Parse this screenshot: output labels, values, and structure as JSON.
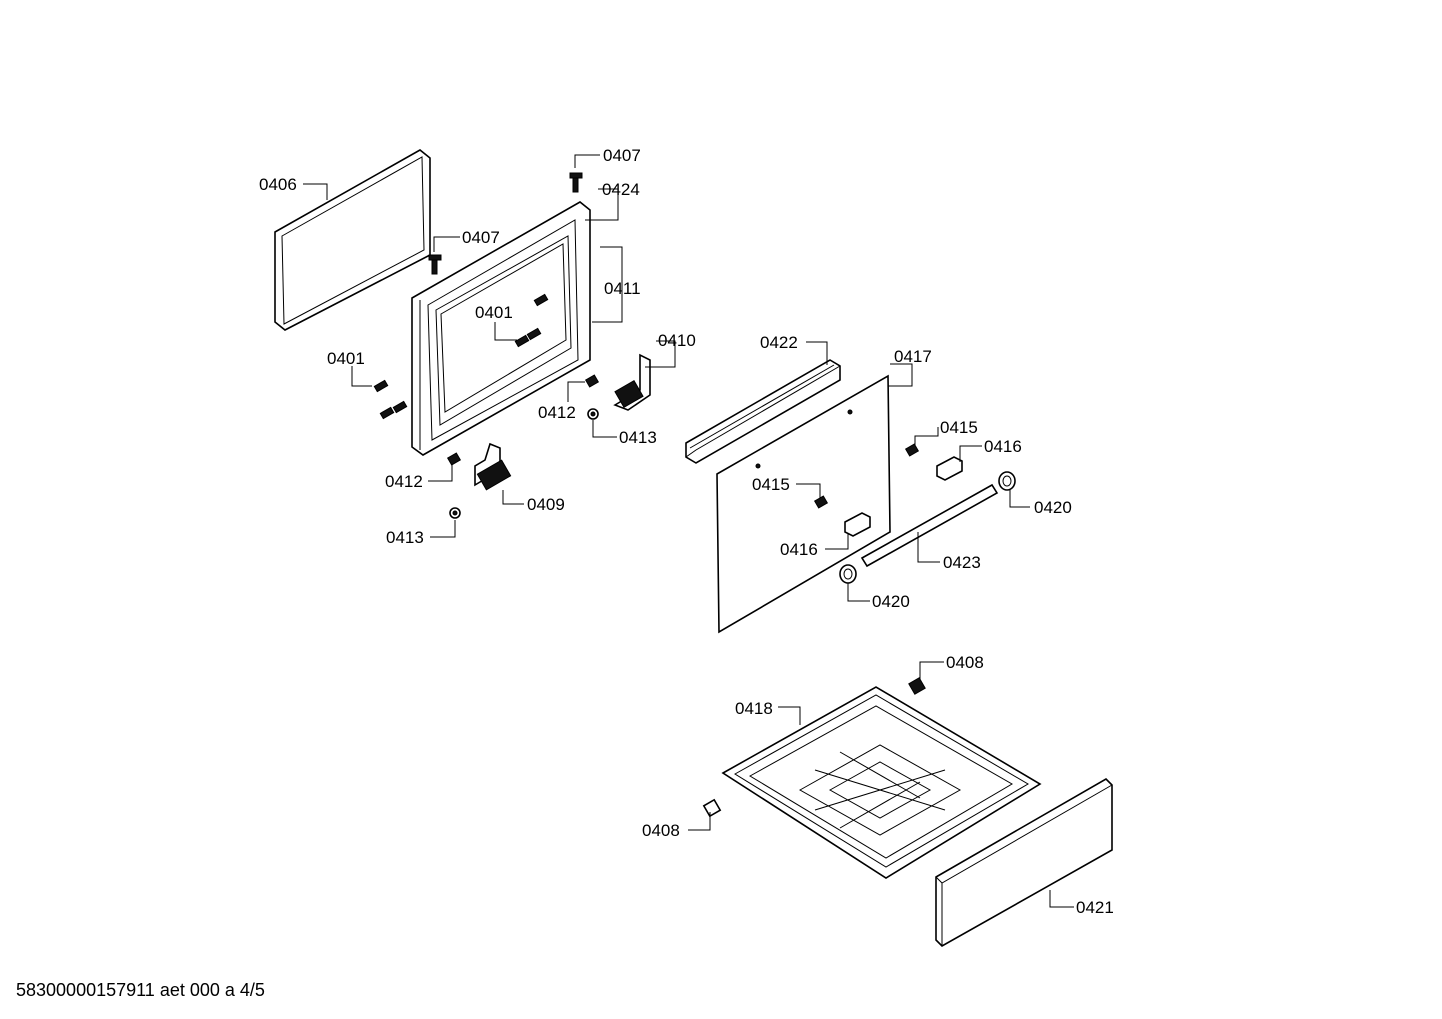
{
  "labels": {
    "l0406": "0406",
    "l0407a": "0407",
    "l0424": "0424",
    "l0407b": "0407",
    "l0411": "0411",
    "l0401a": "0401",
    "l0401b": "0401",
    "l0410": "0410",
    "l0412a": "0412",
    "l0413a": "0413",
    "l0412b": "0412",
    "l0409": "0409",
    "l0413b": "0413",
    "l0422": "0422",
    "l0417": "0417",
    "l0415a": "0415",
    "l0416a": "0416",
    "l0415b": "0415",
    "l0420a": "0420",
    "l0416b": "0416",
    "l0423": "0423",
    "l0420b": "0420",
    "l0408a": "0408",
    "l0418": "0418",
    "l0408b": "0408",
    "l0421": "0421"
  },
  "footer": "58300000157911 aet 000 a 4/5"
}
